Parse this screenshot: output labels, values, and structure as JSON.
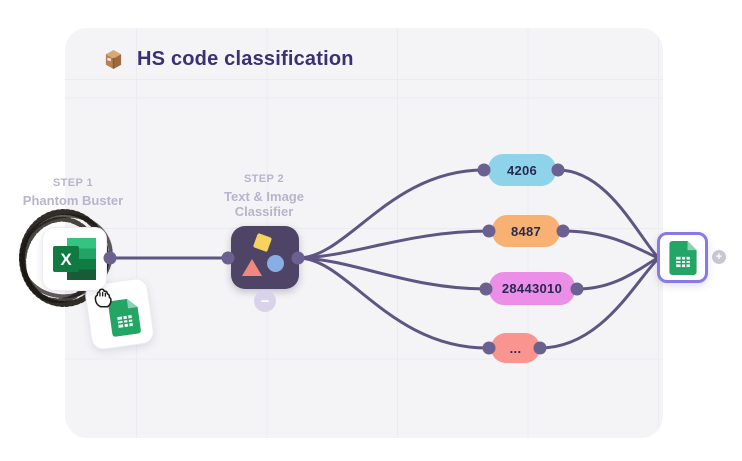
{
  "header": {
    "title": "HS code classification",
    "title_icon": "package-icon"
  },
  "steps": [
    {
      "step_label": "STEP 1",
      "name": "Phantom Buster"
    },
    {
      "step_label": "STEP 2",
      "name": "Text & Image Classifier"
    }
  ],
  "pills": [
    {
      "label": "4206",
      "color": "#8fd3ea"
    },
    {
      "label": "8487",
      "color": "#f9b173"
    },
    {
      "label": "28443010",
      "color": "#ec8de7"
    },
    {
      "label": "...",
      "color": "#f9948f"
    }
  ],
  "buttons": {
    "collapse_glyph": "−",
    "add_glyph": "+"
  },
  "icons": {
    "excel_letter": "X",
    "source_icon": "excel-icon",
    "dragging_icon": "google-sheets-icon",
    "output_icon": "google-sheets-icon",
    "cursor_icon": "grab-hand-cursor"
  },
  "colors": {
    "panel_bg": "#f4f4f6",
    "grid_line": "#ecebf1",
    "edge": "#5e5583",
    "port_dot": "#6b6190",
    "classifier_bg": "#4e4466",
    "selection_border": "#8779e6",
    "title_text": "#3a3076",
    "label_text": "#b9b3ce",
    "pill_text": "#252a52"
  }
}
